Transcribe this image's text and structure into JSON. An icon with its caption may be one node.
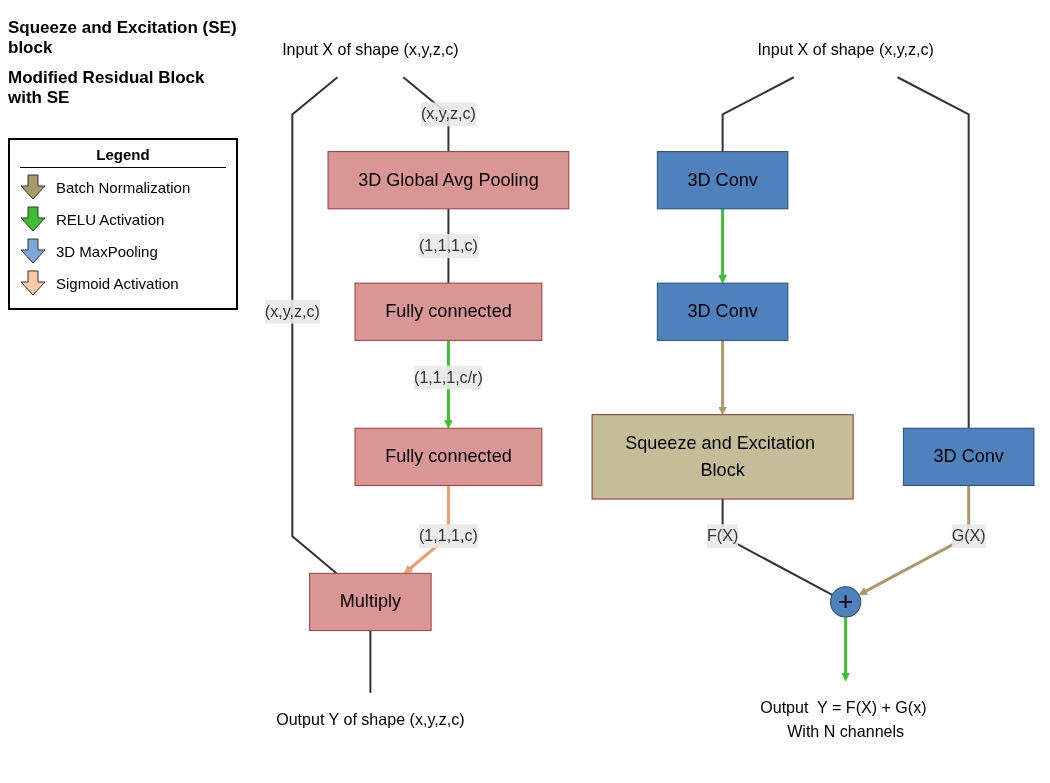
{
  "diagram": {
    "nodes": [
      {
        "text": [
          "Input X of shape (x,y,z,c)"
        ]
      },
      {
        "text": [
          "3D Global Avg Pooling"
        ]
      },
      {
        "text": [
          "Fully connected"
        ]
      },
      {
        "text": [
          "Fully connected"
        ]
      },
      {
        "text": [
          "Multiply"
        ]
      },
      {
        "text": [
          "Output  Y of shape (x,y,z,c)"
        ]
      },
      {
        "text": [
          "Input X of shape (x,y,z,c)"
        ]
      },
      {
        "text": [
          "3D Conv"
        ]
      },
      {
        "text": [
          "3D Conv"
        ]
      },
      {
        "text": [
          "Squeeze and Excitation Block"
        ]
      },
      {
        "text": [
          "3D Conv"
        ]
      },
      {
        "text": [
          "+"
        ]
      },
      {
        "text": [
          "Output  Y = F(X) + G(x) With N channels"
        ]
      }
    ],
    "edges": [
      {
        "from": 0,
        "to": 1,
        "arrow": "none",
        "label": "(x,y,z,c)"
      },
      {
        "from": 0,
        "to": 4,
        "arrow": "none",
        "label": "(x,y,z,c)"
      },
      {
        "from": 1,
        "to": 2,
        "arrow": "none",
        "label": "(1,1,1,c)"
      },
      {
        "from": 2,
        "to": 3,
        "arrow": "to",
        "label": "(1,1,1,c/r)",
        "color": "#3fbf2f"
      },
      {
        "from": 3,
        "to": 4,
        "arrow": "to",
        "label": "(1,1,1,c)",
        "color": "#e8a070"
      },
      {
        "from": 4,
        "to": 5,
        "arrow": "none"
      },
      {
        "from": 6,
        "to": 7,
        "arrow": "none"
      },
      {
        "from": 6,
        "to": 10,
        "arrow": "none"
      },
      {
        "from": 7,
        "to": 8,
        "arrow": "to",
        "color": "#3fbf2f"
      },
      {
        "from": 8,
        "to": 9,
        "arrow": "to",
        "color": "#a89a6a"
      },
      {
        "from": 9,
        "to": 11,
        "arrow": "none",
        "label": "F(X)"
      },
      {
        "from": 10,
        "to": 11,
        "arrow": "to",
        "label": "G(X)",
        "color": "#a89a6a"
      },
      {
        "from": 11,
        "to": 12,
        "arrow": "to",
        "color": "#3fbf2f"
      }
    ],
    "labels": [
      "Squeeze and Excitation (SE) block",
      "Modified Residual Block with SE",
      "Legend"
    ],
    "legend": [
      {
        "text": "Batch Normalization"
      },
      {
        "text": "RELU Activation"
      },
      {
        "text": "3D MaxPooling"
      },
      {
        "text": "Sigmoid Activation"
      }
    ]
  }
}
